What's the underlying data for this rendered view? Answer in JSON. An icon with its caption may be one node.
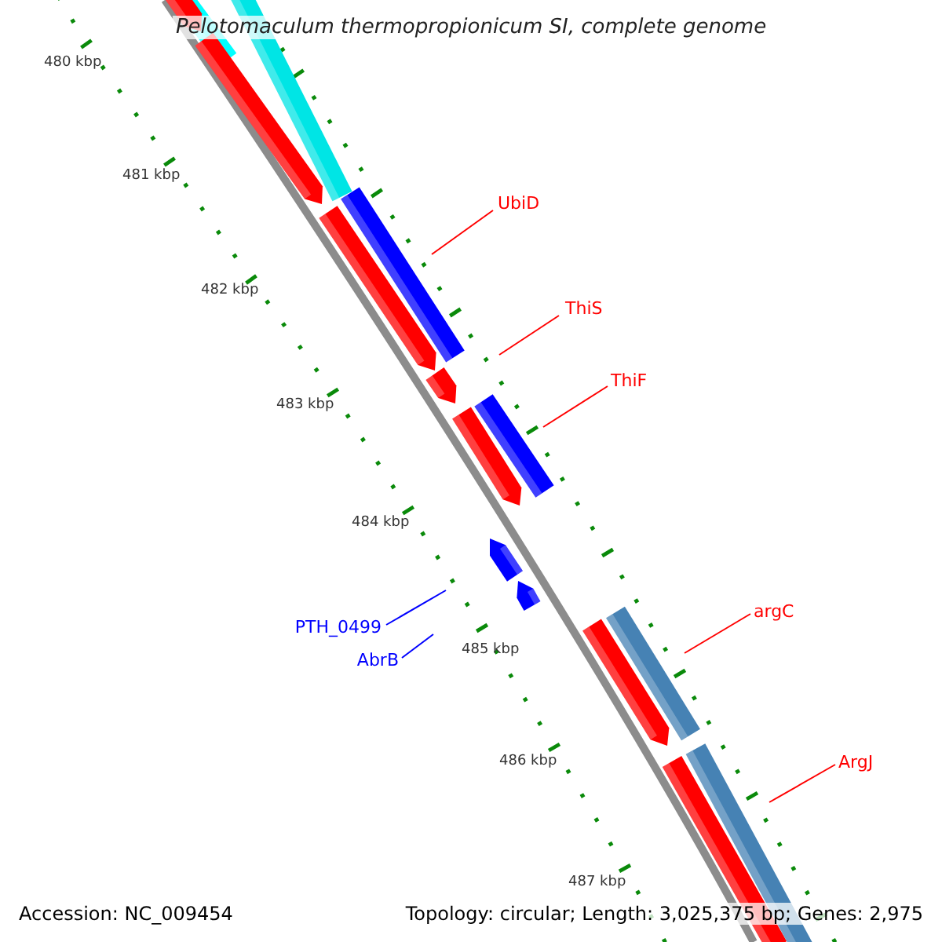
{
  "diagram": {
    "title": "Pelotomaculum thermopropionicum SI, complete genome",
    "nodes": [
      {
        "text": [
          "UbiD"
        ]
      },
      {
        "text": [
          "ThiS"
        ]
      },
      {
        "text": [
          "ThiF"
        ]
      },
      {
        "text": [
          "PTH_0499"
        ]
      },
      {
        "text": [
          "AbrB"
        ]
      },
      {
        "text": [
          "argC"
        ]
      },
      {
        "text": [
          "ArgJ"
        ]
      }
    ],
    "edges": [
      {
        "from": 0,
        "to": null,
        "arrow": "none"
      },
      {
        "from": 1,
        "to": null,
        "arrow": "none"
      },
      {
        "from": 2,
        "to": null,
        "arrow": "none"
      },
      {
        "from": 3,
        "to": null,
        "arrow": "none",
        "color": "#0000ff"
      },
      {
        "from": 4,
        "to": null,
        "arrow": "none",
        "color": "#0000ff"
      },
      {
        "from": 5,
        "to": null,
        "arrow": "none"
      },
      {
        "from": 6,
        "to": null,
        "arrow": "none"
      }
    ],
    "labels": [
      "480 kbp",
      "481 kbp",
      "482 kbp",
      "483 kbp",
      "484 kbp",
      "485 kbp",
      "486 kbp",
      "487 kbp",
      "Accession: NC_009454",
      "Topology: circular; Length: 3,025,375 bp; Genes: 2,975"
    ]
  }
}
